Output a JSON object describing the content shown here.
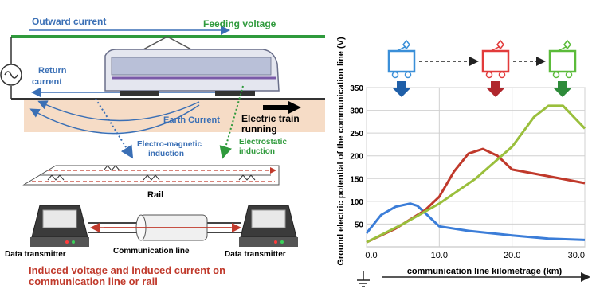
{
  "left": {
    "outward_current": "Outward current",
    "feeding_voltage": "Feeding voltage",
    "return_current": [
      "Return",
      "current"
    ],
    "earth_current": "Earth Current",
    "train_running": [
      "Electric train",
      "running"
    ],
    "em_induction": [
      "Electro-magnetic",
      "induction"
    ],
    "es_induction": [
      "Electrostatic",
      "induction"
    ],
    "rail": "Rail",
    "data_transmitter_left": "Data transmitter",
    "communication_line": "Communication line",
    "data_transmitter_right": "Data transmitter",
    "caption": [
      "Induced voltage and induced current on",
      "communication line or rail"
    ],
    "colors": {
      "blue": "#3a6fb5",
      "green": "#2f9a3c",
      "red": "#c0392b",
      "earth": "#f6dcc6"
    }
  },
  "right": {
    "train_colors": [
      "#3a8fd8",
      "#e23b3b",
      "#5bbb3a"
    ],
    "arrow_colors": [
      "#1f5fa8",
      "#b0272d",
      "#2e8b3a"
    ],
    "chart_data": {
      "type": "line",
      "ylabel": "Ground electric potential of the communication line (V)",
      "xlabel": "communication line kilometrage (km)",
      "xlim": [
        0,
        30
      ],
      "ylim": [
        0,
        350
      ],
      "xticks": [
        "0.0",
        "10.0",
        "20.0",
        "30.0"
      ],
      "yticks": [
        "50",
        "100",
        "150",
        "200",
        "250",
        "300",
        "350"
      ],
      "series": [
        {
          "color": "#3b7dd8",
          "x": [
            0,
            2,
            4,
            6,
            7,
            8,
            10,
            14,
            20,
            25,
            30
          ],
          "y": [
            30,
            70,
            88,
            95,
            90,
            75,
            45,
            35,
            25,
            18,
            15
          ]
        },
        {
          "color": "#c0392b",
          "x": [
            0,
            4,
            8,
            10,
            12,
            14,
            16,
            18,
            20,
            25,
            30
          ],
          "y": [
            10,
            40,
            80,
            110,
            165,
            205,
            215,
            200,
            170,
            155,
            140
          ]
        },
        {
          "color": "#9abf3c",
          "x": [
            0,
            5,
            10,
            15,
            20,
            23,
            25,
            27,
            30
          ],
          "y": [
            10,
            50,
            95,
            150,
            220,
            285,
            310,
            310,
            260
          ]
        }
      ]
    }
  }
}
